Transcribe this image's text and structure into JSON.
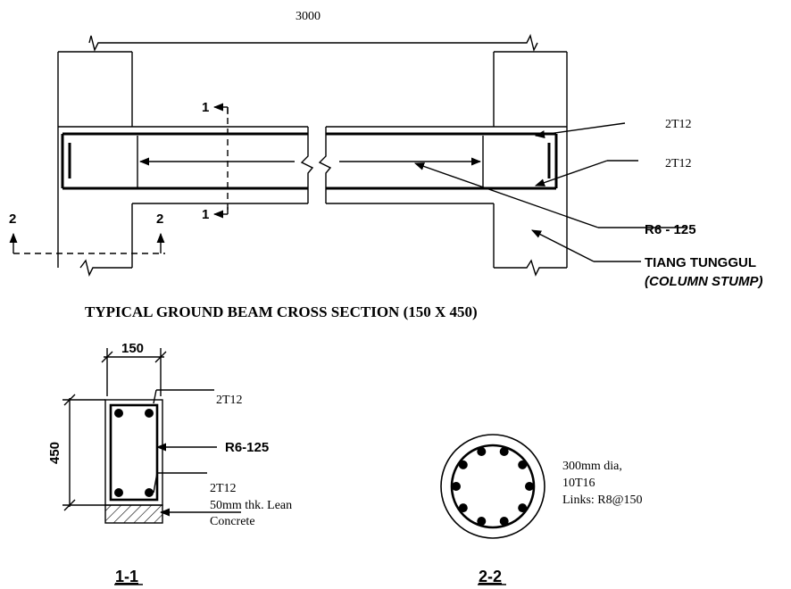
{
  "elevation": {
    "dimension_length": "3000",
    "callout_top_bar": "2T12",
    "callout_bottom_bar": "2T12",
    "callout_links": "R6 - 125",
    "callout_column_line1": "TIANG TUNGGUL",
    "callout_column_line2": "(COLUMN STUMP)",
    "section_marker_1_top": "1",
    "section_marker_1_bottom": "1",
    "section_marker_2_left": "2",
    "section_marker_2_right": "2"
  },
  "title": "TYPICAL GROUND BEAM CROSS SECTION (150 X 450)",
  "section_1_1": {
    "width_dim": "150",
    "height_dim": "450",
    "top_bar": "2T12",
    "links": "R6-125",
    "bottom_bar": "2T12",
    "lean_concrete_line1": "50mm thk. Lean",
    "lean_concrete_line2": "Concrete",
    "label": "1-1"
  },
  "section_2_2": {
    "note_line1": "300mm dia,",
    "note_line2": "10T16",
    "note_line3": "Links: R8@150",
    "label": "2-2",
    "bar_count": 10
  },
  "colors": {
    "line": "#000000",
    "background": "#ffffff"
  }
}
